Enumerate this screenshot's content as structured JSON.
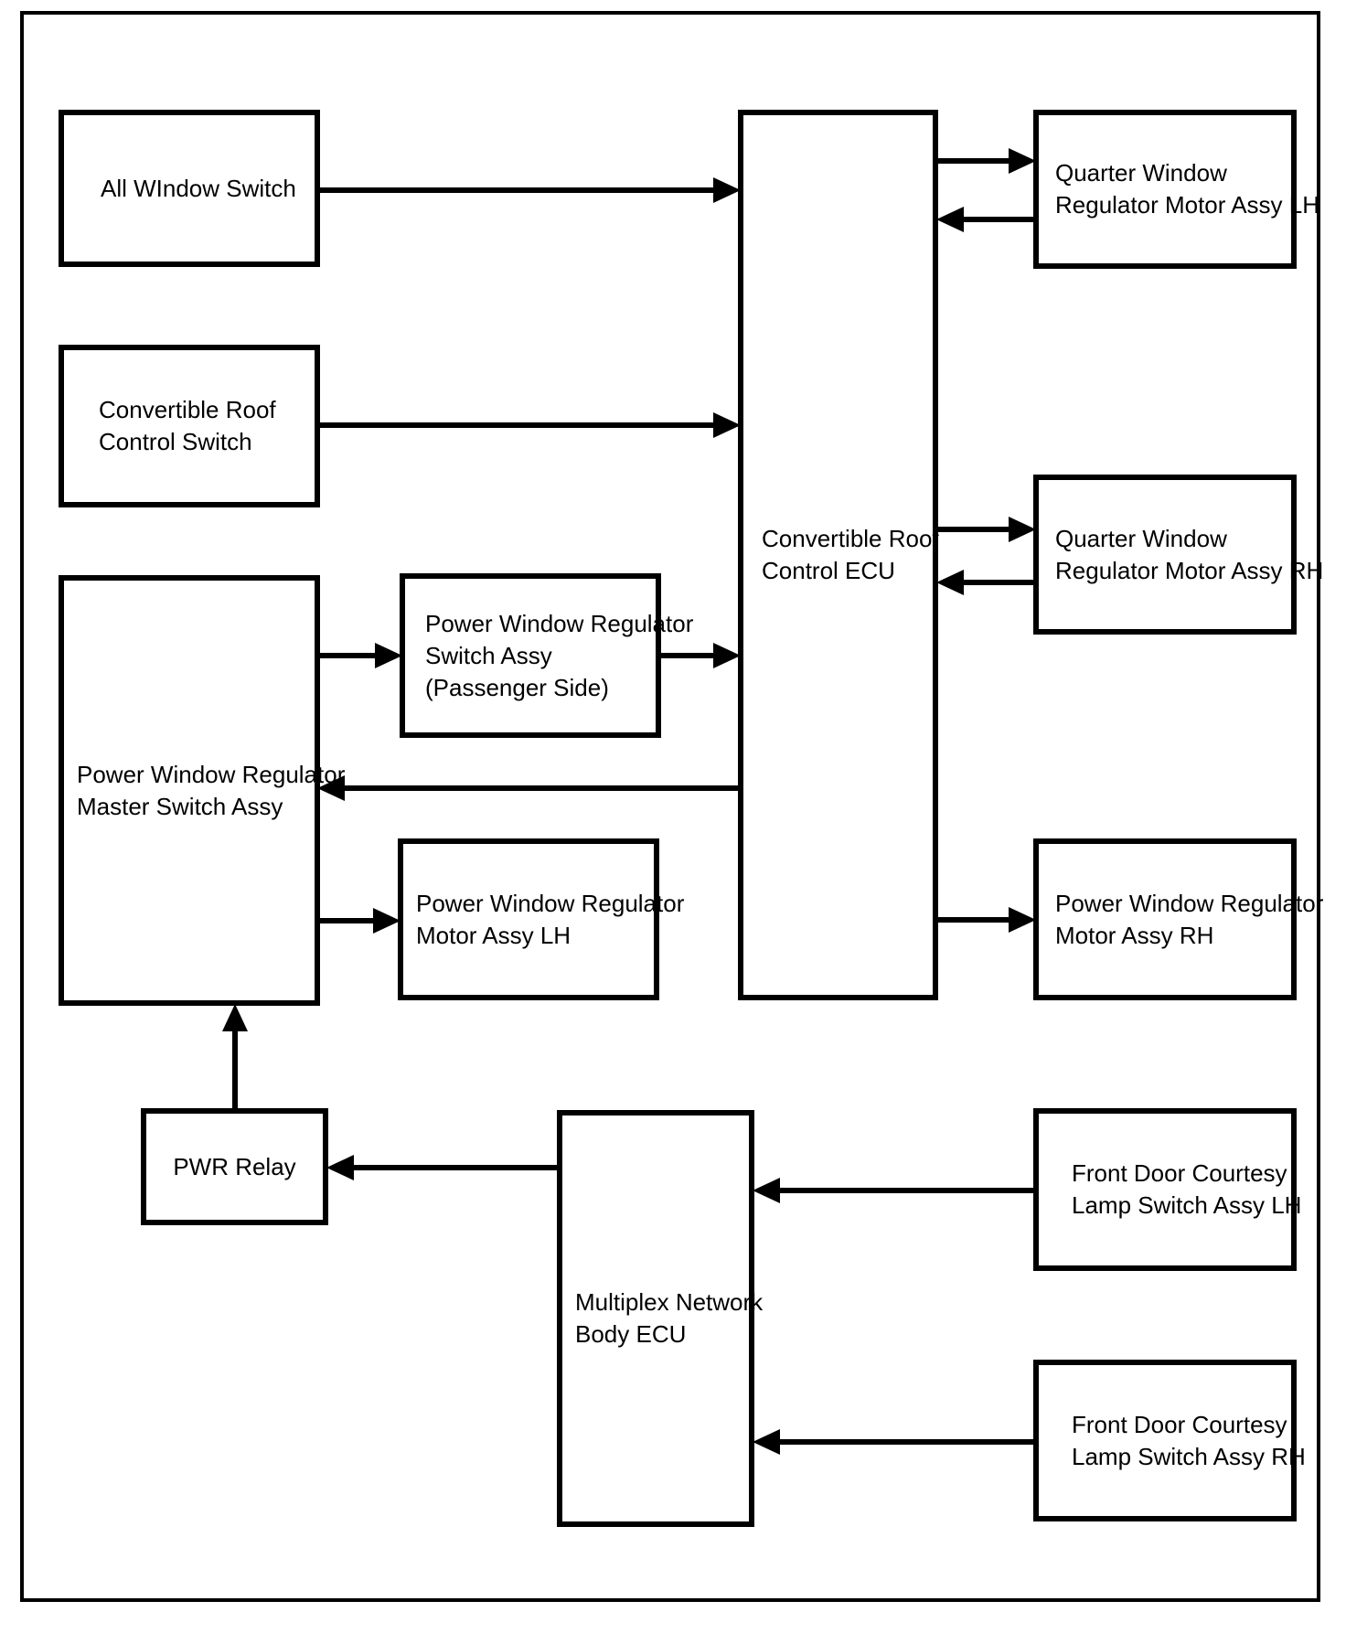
{
  "diagram": {
    "kind": "system-block-diagram",
    "colors": {
      "line": "#000000",
      "background": "#ffffff",
      "text": "#000000"
    },
    "boxes": [
      {
        "id": "all-window-switch",
        "lines": [
          "All WIndow Switch"
        ]
      },
      {
        "id": "convertible-roof-control-switch",
        "lines": [
          "Convertible Roof",
          "Control Switch"
        ]
      },
      {
        "id": "power-window-regulator-master-switch-assy",
        "lines": [
          "Power Window Regulator",
          "Master Switch Assy"
        ]
      },
      {
        "id": "power-window-regulator-switch-assy-passenger-side",
        "lines": [
          "Power Window Regulator",
          "Switch Assy",
          "(Passenger Side)"
        ]
      },
      {
        "id": "power-window-regulator-motor-assy-lh",
        "lines": [
          "Power Window Regulator",
          "Motor Assy LH"
        ]
      },
      {
        "id": "convertible-roof-control-ecu",
        "lines": [
          "Convertible Roof",
          "Control ECU"
        ]
      },
      {
        "id": "quarter-window-regulator-motor-assy-lh",
        "lines": [
          "Quarter Window",
          "Regulator Motor Assy LH"
        ]
      },
      {
        "id": "quarter-window-regulator-motor-assy-rh",
        "lines": [
          "Quarter Window",
          "Regulator Motor Assy RH"
        ]
      },
      {
        "id": "power-window-regulator-motor-assy-rh",
        "lines": [
          "Power Window Regulator",
          "Motor Assy RH"
        ]
      },
      {
        "id": "pwr-relay",
        "lines": [
          "PWR Relay"
        ]
      },
      {
        "id": "multiplex-network-body-ecu",
        "lines": [
          "Multiplex Network",
          "Body ECU"
        ]
      },
      {
        "id": "front-door-courtesy-lamp-switch-assy-lh",
        "lines": [
          "Front Door Courtesy",
          "Lamp Switch Assy LH"
        ]
      },
      {
        "id": "front-door-courtesy-lamp-switch-assy-rh",
        "lines": [
          "Front Door Courtesy",
          "Lamp Switch Assy RH"
        ]
      }
    ],
    "connections": [
      {
        "from": "all-window-switch",
        "to": "convertible-roof-control-ecu",
        "arrow": "right"
      },
      {
        "from": "convertible-roof-control-switch",
        "to": "convertible-roof-control-ecu",
        "arrow": "right"
      },
      {
        "from": "convertible-roof-control-ecu",
        "to": "quarter-window-regulator-motor-assy-lh",
        "arrow": "right"
      },
      {
        "from": "quarter-window-regulator-motor-assy-lh",
        "to": "convertible-roof-control-ecu",
        "arrow": "left"
      },
      {
        "from": "convertible-roof-control-ecu",
        "to": "quarter-window-regulator-motor-assy-rh",
        "arrow": "right"
      },
      {
        "from": "quarter-window-regulator-motor-assy-rh",
        "to": "convertible-roof-control-ecu",
        "arrow": "left"
      },
      {
        "from": "convertible-roof-control-ecu",
        "to": "power-window-regulator-motor-assy-rh",
        "arrow": "right"
      },
      {
        "from": "power-window-regulator-master-switch-assy",
        "to": "power-window-regulator-switch-assy-passenger-side",
        "arrow": "right"
      },
      {
        "from": "power-window-regulator-switch-assy-passenger-side",
        "to": "convertible-roof-control-ecu",
        "arrow": "right"
      },
      {
        "from": "convertible-roof-control-ecu",
        "to": "power-window-regulator-master-switch-assy",
        "arrow": "left"
      },
      {
        "from": "power-window-regulator-master-switch-assy",
        "to": "power-window-regulator-motor-assy-lh",
        "arrow": "right"
      },
      {
        "from": "pwr-relay",
        "to": "power-window-regulator-master-switch-assy",
        "arrow": "up"
      },
      {
        "from": "multiplex-network-body-ecu",
        "to": "pwr-relay",
        "arrow": "left"
      },
      {
        "from": "front-door-courtesy-lamp-switch-assy-lh",
        "to": "multiplex-network-body-ecu",
        "arrow": "left"
      },
      {
        "from": "front-door-courtesy-lamp-switch-assy-rh",
        "to": "multiplex-network-body-ecu",
        "arrow": "left"
      }
    ]
  }
}
